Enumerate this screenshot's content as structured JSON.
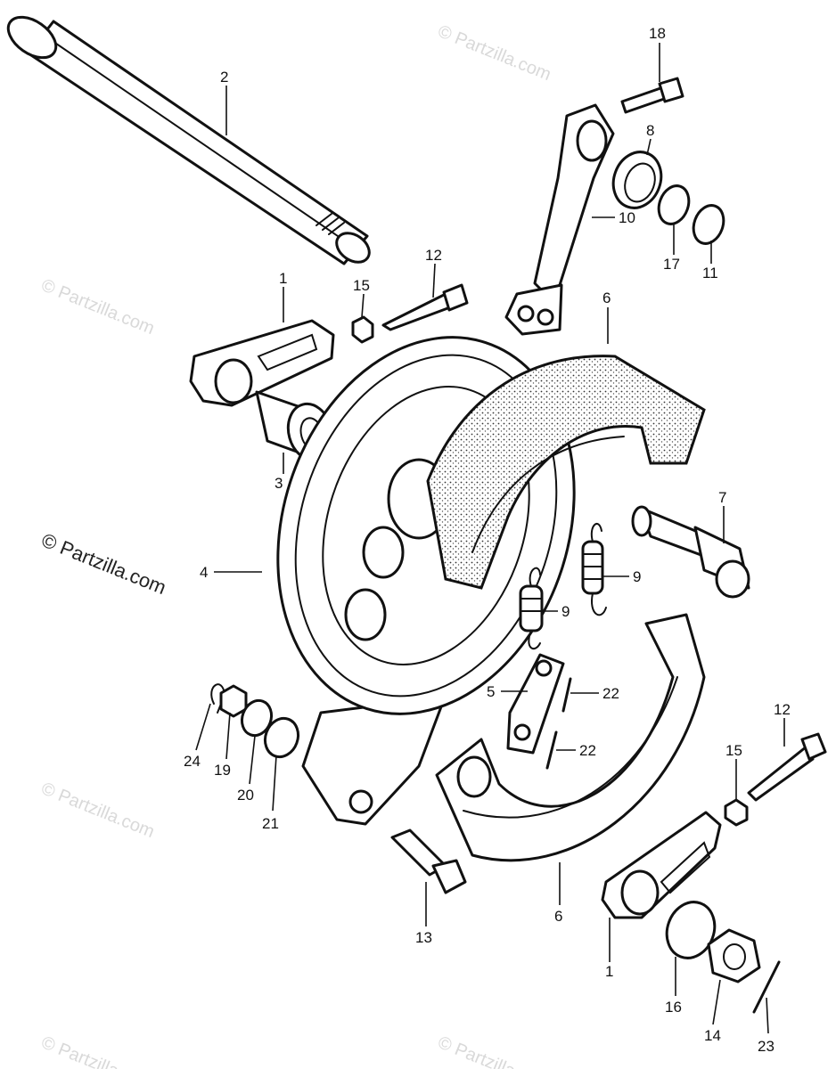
{
  "watermark": {
    "primary": "© Partzilla.com",
    "faint": "© Partzilla.com"
  },
  "callouts": [
    {
      "id": "c2",
      "text": "2"
    },
    {
      "id": "c18",
      "text": "18"
    },
    {
      "id": "c8",
      "text": "8"
    },
    {
      "id": "c10",
      "text": "10"
    },
    {
      "id": "c17",
      "text": "17"
    },
    {
      "id": "c11",
      "text": "11"
    },
    {
      "id": "c12a",
      "text": "12"
    },
    {
      "id": "c15a",
      "text": "15"
    },
    {
      "id": "c1a",
      "text": "1"
    },
    {
      "id": "c6a",
      "text": "6"
    },
    {
      "id": "c3",
      "text": "3"
    },
    {
      "id": "c7",
      "text": "7"
    },
    {
      "id": "c4",
      "text": "4"
    },
    {
      "id": "c9a",
      "text": "9"
    },
    {
      "id": "c9b",
      "text": "9"
    },
    {
      "id": "c5",
      "text": "5"
    },
    {
      "id": "c22a",
      "text": "22"
    },
    {
      "id": "c22b",
      "text": "22"
    },
    {
      "id": "c12b",
      "text": "12"
    },
    {
      "id": "c15b",
      "text": "15"
    },
    {
      "id": "c24",
      "text": "24"
    },
    {
      "id": "c19",
      "text": "19"
    },
    {
      "id": "c20",
      "text": "20"
    },
    {
      "id": "c21",
      "text": "21"
    },
    {
      "id": "c13",
      "text": "13"
    },
    {
      "id": "c6b",
      "text": "6"
    },
    {
      "id": "c1b",
      "text": "1"
    },
    {
      "id": "c16",
      "text": "16"
    },
    {
      "id": "c14",
      "text": "14"
    },
    {
      "id": "c23",
      "text": "23"
    }
  ]
}
